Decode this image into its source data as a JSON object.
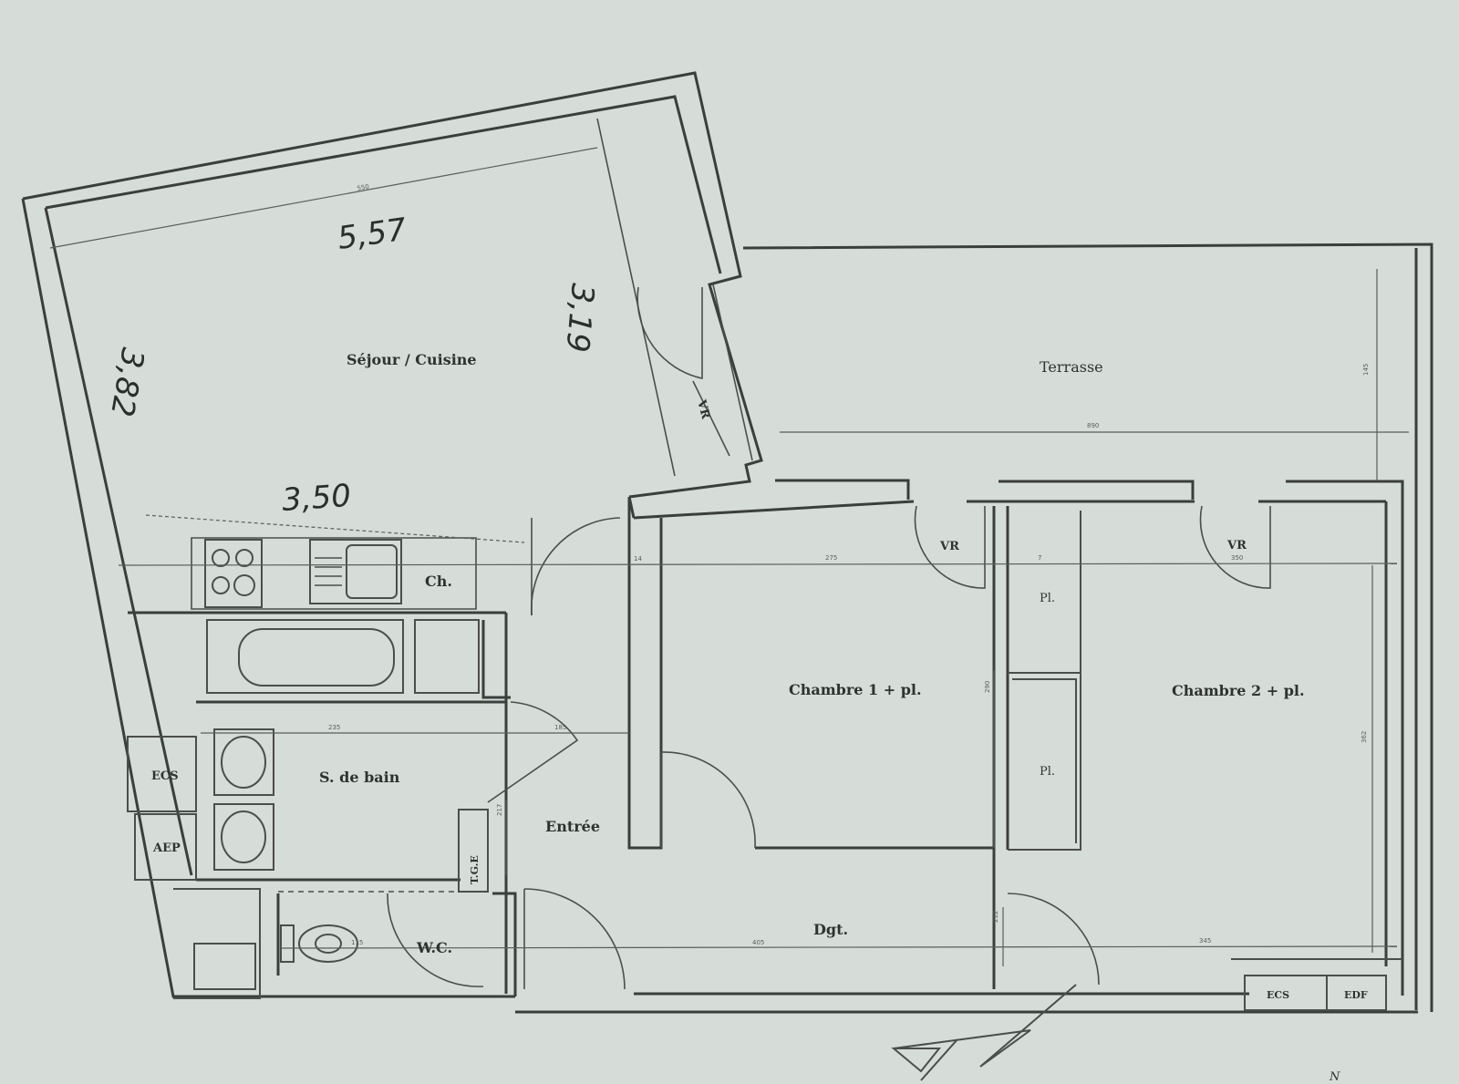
{
  "rooms": {
    "sejour": "Séjour / Cuisine",
    "terrasse": "Terrasse",
    "chambre1": "Chambre 1 + pl.",
    "chambre2": "Chambre 2 + pl.",
    "sdb": "S. de bain",
    "entree": "Entrée",
    "wc": "W.C.",
    "dgt": "Dgt.",
    "ch": "Ch."
  },
  "labels": {
    "vr1": "VR",
    "vr2": "VR",
    "vr3": "VR",
    "pl1": "Pl.",
    "pl2": "Pl.",
    "ecs1": "ECS",
    "aep": "AEP",
    "tge": "T.G.E",
    "ecs2": "ECS",
    "edf": "EDF",
    "north": "N"
  },
  "handwritten": {
    "top": "5,57",
    "right": "3,19",
    "left": "3,82",
    "bottom": "3,50"
  },
  "dimensions": {
    "d_top": "550",
    "d_terrasse": "890",
    "d_terrasse_v": "145",
    "d_c1": "275",
    "d_14": "14",
    "d_7": "7",
    "d_c2": "350",
    "d_sdb": "235",
    "d_185": "185",
    "d_217": "217",
    "d_c1v": "290",
    "d_right": "362",
    "d_hall": "405",
    "d_wc": "115",
    "d_345": "345",
    "d_212": "212"
  }
}
